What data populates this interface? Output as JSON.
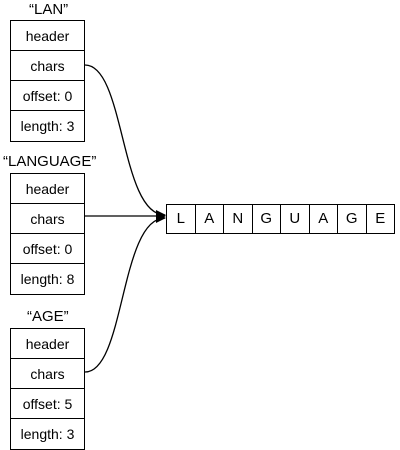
{
  "strings": [
    {
      "title": "“LAN”",
      "fields": {
        "header": "header",
        "chars": "chars",
        "offset": "offset: 0",
        "length": "length: 3"
      }
    },
    {
      "title": "“LANGUAGE”",
      "fields": {
        "header": "header",
        "chars": "chars",
        "offset": "offset: 0",
        "length": "length: 8"
      }
    },
    {
      "title": "“AGE”",
      "fields": {
        "header": "header",
        "chars": "chars",
        "offset": "offset: 5",
        "length": "length: 3"
      }
    }
  ],
  "char_array": [
    "L",
    "A",
    "N",
    "G",
    "U",
    "A",
    "G",
    "E"
  ]
}
